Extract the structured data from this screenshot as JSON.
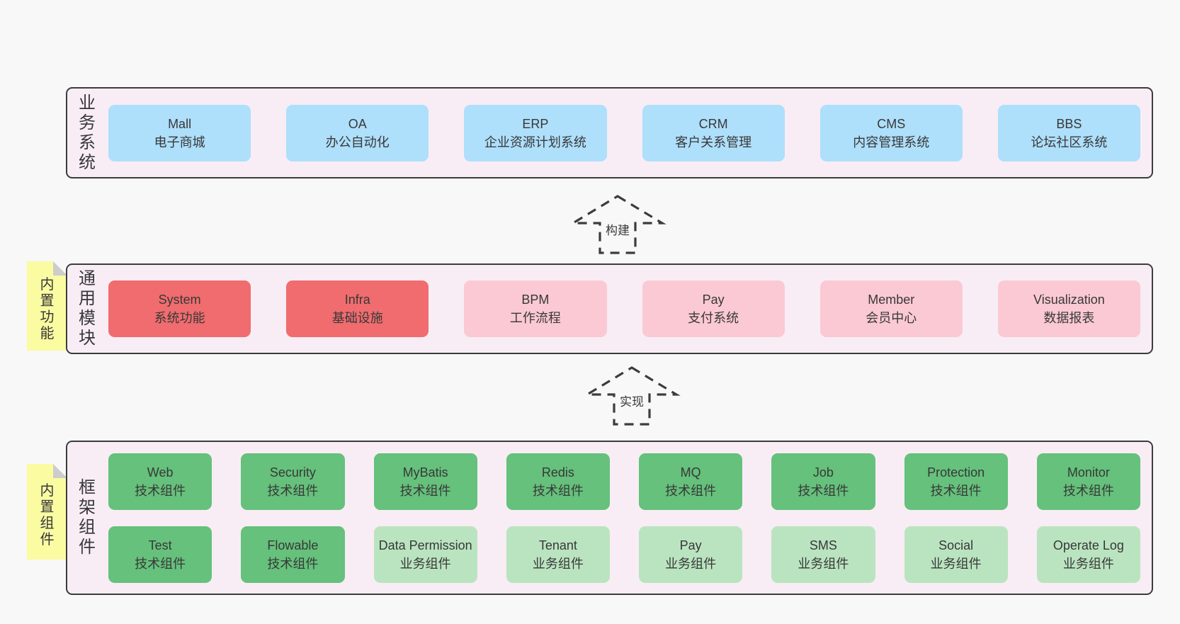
{
  "colors": {
    "page_background": "#f8f8f8",
    "band_background": "#f8edf5",
    "band_border": "#3c3c3c",
    "box_blue": "#aedffb",
    "box_red": "#f06c6e",
    "box_pink": "#fbc9d3",
    "box_green": "#65c17b",
    "box_lightgreen": "#bae4c0",
    "note_yellow": "#fbfba2",
    "note_fold_grey": "#cccccc",
    "text": "#383838"
  },
  "arrows": [
    {
      "label": "构建"
    },
    {
      "label": "实现"
    }
  ],
  "notes": [
    {
      "label": "内置功能"
    },
    {
      "label": "内置组件"
    }
  ],
  "bands": [
    {
      "key": "business-systems",
      "label": "业务系统",
      "rows": [
        [
          {
            "title": "Mall",
            "subtitle": "电子商城",
            "color": "blue"
          },
          {
            "title": "OA",
            "subtitle": "办公自动化",
            "color": "blue"
          },
          {
            "title": "ERP",
            "subtitle": "企业资源计划系统",
            "color": "blue"
          },
          {
            "title": "CRM",
            "subtitle": "客户关系管理",
            "color": "blue"
          },
          {
            "title": "CMS",
            "subtitle": "内容管理系统",
            "color": "blue"
          },
          {
            "title": "BBS",
            "subtitle": "论坛社区系统",
            "color": "blue"
          }
        ]
      ]
    },
    {
      "key": "common-modules",
      "label": "通用模块",
      "rows": [
        [
          {
            "title": "System",
            "subtitle": "系统功能",
            "color": "red"
          },
          {
            "title": "Infra",
            "subtitle": "基础设施",
            "color": "red"
          },
          {
            "title": "BPM",
            "subtitle": "工作流程",
            "color": "pink"
          },
          {
            "title": "Pay",
            "subtitle": "支付系统",
            "color": "pink"
          },
          {
            "title": "Member",
            "subtitle": "会员中心",
            "color": "pink"
          },
          {
            "title": "Visualization",
            "subtitle": "数据报表",
            "color": "pink"
          }
        ]
      ]
    },
    {
      "key": "framework-components",
      "label": "框架组件",
      "rows": [
        [
          {
            "title": "Web",
            "subtitle": "技术组件",
            "color": "green"
          },
          {
            "title": "Security",
            "subtitle": "技术组件",
            "color": "green"
          },
          {
            "title": "MyBatis",
            "subtitle": "技术组件",
            "color": "green"
          },
          {
            "title": "Redis",
            "subtitle": "技术组件",
            "color": "green"
          },
          {
            "title": "MQ",
            "subtitle": "技术组件",
            "color": "green"
          },
          {
            "title": "Job",
            "subtitle": "技术组件",
            "color": "green"
          },
          {
            "title": "Protection",
            "subtitle": "技术组件",
            "color": "green"
          },
          {
            "title": "Monitor",
            "subtitle": "技术组件",
            "color": "green"
          }
        ],
        [
          {
            "title": "Test",
            "subtitle": "技术组件",
            "color": "green"
          },
          {
            "title": "Flowable",
            "subtitle": "技术组件",
            "color": "green"
          },
          {
            "title": "Data Permission",
            "subtitle": "业务组件",
            "color": "lightgreen"
          },
          {
            "title": "Tenant",
            "subtitle": "业务组件",
            "color": "lightgreen"
          },
          {
            "title": "Pay",
            "subtitle": "业务组件",
            "color": "lightgreen"
          },
          {
            "title": "SMS",
            "subtitle": "业务组件",
            "color": "lightgreen"
          },
          {
            "title": "Social",
            "subtitle": "业务组件",
            "color": "lightgreen"
          },
          {
            "title": "Operate Log",
            "subtitle": "业务组件",
            "color": "lightgreen"
          }
        ]
      ]
    }
  ]
}
